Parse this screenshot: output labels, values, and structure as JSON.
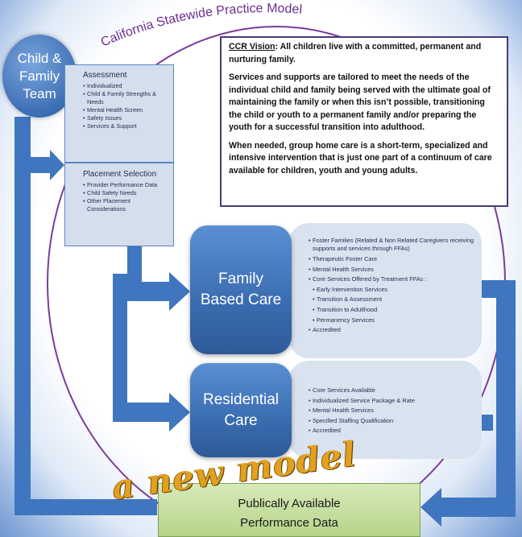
{
  "header": {
    "title": "California Statewide Practice Model"
  },
  "team": {
    "label": "Child &\nFamily\nTeam"
  },
  "assessment": {
    "heading": "Assessment",
    "items": [
      "Individualized",
      "Child & Family Strengths & Needs",
      "Mental Health Screen",
      "Safety Issues",
      "Services & Support"
    ]
  },
  "placement": {
    "heading": "Placement Selection",
    "items": [
      "Provider Performance Data",
      "Child Safety Needs",
      "Other Placement Considerations"
    ]
  },
  "vision": {
    "label": "CCR Vision",
    "text1": ":  All children live with a committed, permanent and nurturing  family.",
    "text2": "Services and supports are tailored to meet the needs of the individual child and family being served with the ultimate goal of maintaining the family or when this isn’t possible, transitioning the child or youth to a permanent family and/or preparing the youth for a successful transition into adulthood.",
    "text3": "When needed, group home care is a short-term, specialized and intensive intervention that is just one part of a continuum of care available for children, youth and young adults."
  },
  "family_care": {
    "label": "Family\nBased Care",
    "items": [
      "Foster Families (Related & Non Related Caregivers receiving supports and services through FFAs)",
      "Therapeutic Foster Care",
      "Mental Health Services",
      "Core Services Offered by Treatment FFAs :",
      "Early Intervention Services",
      "Transition & Assessment",
      "Transition to Adulthood",
      "Permanency Services",
      "Accredited"
    ]
  },
  "residential_care": {
    "label": "Residential\nCare",
    "items": [
      "Core Services Available",
      "Individualized Service Package & Rate",
      "Mental Health Services",
      "Specified Staffing Qualification",
      "Accredited"
    ]
  },
  "performance": {
    "label": "Publically Available\nPerformance Data"
  },
  "tagline": "a new model",
  "colors": {
    "accent": "#3d6fb6",
    "circle": "#7a3c9a",
    "panel": "#d4deed",
    "data_box": "#c4dfa0",
    "tagline": "#e2a020"
  }
}
